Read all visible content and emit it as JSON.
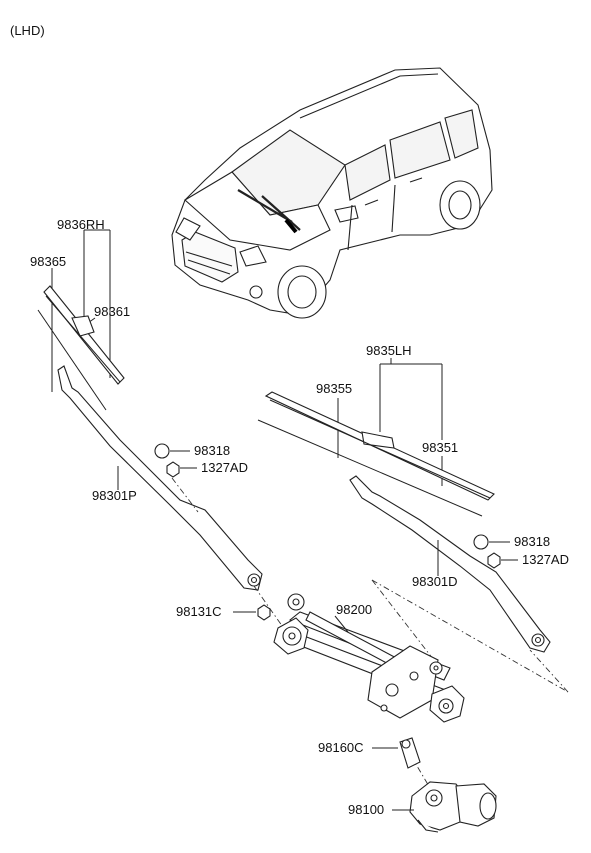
{
  "title": "(LHD)",
  "labels": {
    "p9836RH": "9836RH",
    "p98365": "98365",
    "p98361": "98361",
    "p98318_a": "98318",
    "p1327AD_a": "1327AD",
    "p98301P": "98301P",
    "p9835LH": "9835LH",
    "p98355": "98355",
    "p98351": "98351",
    "p98318_b": "98318",
    "p1327AD_b": "1327AD",
    "p98301D": "98301D",
    "p98131C": "98131C",
    "p98200": "98200",
    "p98160C": "98160C",
    "p98100": "98100"
  }
}
